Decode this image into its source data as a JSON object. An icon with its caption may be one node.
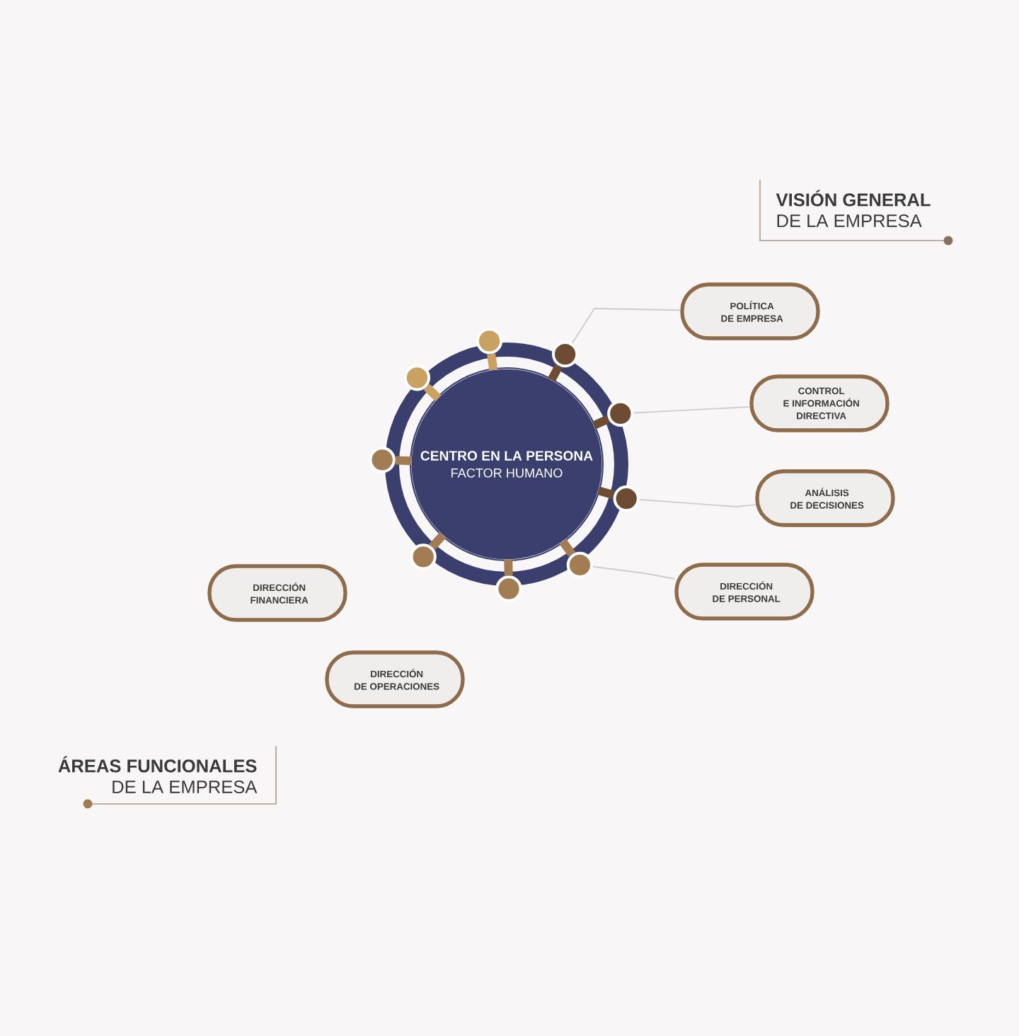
{
  "diagram": {
    "nodes": [
      {
        "text": [
          "CENTRO EN LA PERSONA",
          "FACTOR HUMANO"
        ]
      },
      {
        "text": [
          "POLÍTICA DE EMPRESA"
        ]
      },
      {
        "text": [
          "CONTROL E INFORMACIÓN DIRECTIVA"
        ]
      },
      {
        "text": [
          "ANÁLISIS DE DECISIONES"
        ]
      },
      {
        "text": [
          "DIRECCIÓN FINANCIERA"
        ]
      },
      {
        "text": [
          "DIRECCIÓN DE PERSONAL"
        ]
      },
      {
        "text": [
          "DIRECCIÓN DE OPERACIONES"
        ]
      },
      {
        "text": [],
        "shape": "circle"
      },
      {
        "text": [],
        "shape": "circle"
      },
      {
        "text": [],
        "shape": "circle"
      },
      {
        "text": [],
        "shape": "circle"
      },
      {
        "text": [],
        "shape": "circle"
      },
      {
        "text": [],
        "shape": "circle"
      },
      {
        "text": [],
        "shape": "circle"
      },
      {
        "text": [],
        "shape": "circle"
      },
      {
        "text": [],
        "shape": "circle"
      }
    ],
    "edges": [
      {
        "from": 12,
        "to": 1,
        "arrow": "none"
      },
      {
        "from": 14,
        "to": 2,
        "arrow": "none"
      },
      {
        "from": 15,
        "to": 3,
        "arrow": "none"
      },
      {
        "from": 13,
        "to": 5,
        "arrow": "none"
      },
      {
        "from": 0,
        "to": 7,
        "arrow": "none",
        "color": "#a27c52"
      },
      {
        "from": 0,
        "to": 8,
        "arrow": "none",
        "color": "#c9a262"
      },
      {
        "from": 0,
        "to": 9,
        "arrow": "none",
        "color": "#a27c52"
      },
      {
        "from": 0,
        "to": 10,
        "arrow": "none",
        "color": "#c9a262"
      },
      {
        "from": 0,
        "to": 11,
        "arrow": "none",
        "color": "#a27c52"
      },
      {
        "from": 0,
        "to": 12,
        "arrow": "none",
        "color": "#6e4c33"
      },
      {
        "from": 0,
        "to": 13,
        "arrow": "none",
        "color": "#a27c52"
      },
      {
        "from": 0,
        "to": 14,
        "arrow": "none",
        "color": "#6e4c33"
      },
      {
        "from": 0,
        "to": 15,
        "arrow": "none",
        "color": "#6e4c33"
      }
    ],
    "labels": [
      "VISIÓN GENERAL",
      "DE LA EMPRESA",
      "ÁREAS FUNCIONALES",
      "DE LA EMPRESA"
    ]
  }
}
